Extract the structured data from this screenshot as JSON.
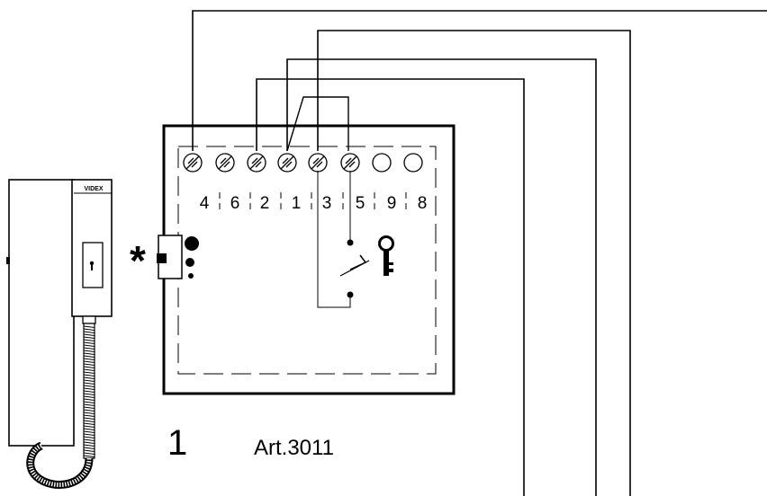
{
  "diagram": {
    "handset_brand": "VIDEX",
    "terminals": [
      "4",
      "6",
      "2",
      "1",
      "3",
      "5",
      "9",
      "8"
    ],
    "asterisk": "*",
    "figure_number": "1",
    "article_label": "Art.3011"
  }
}
